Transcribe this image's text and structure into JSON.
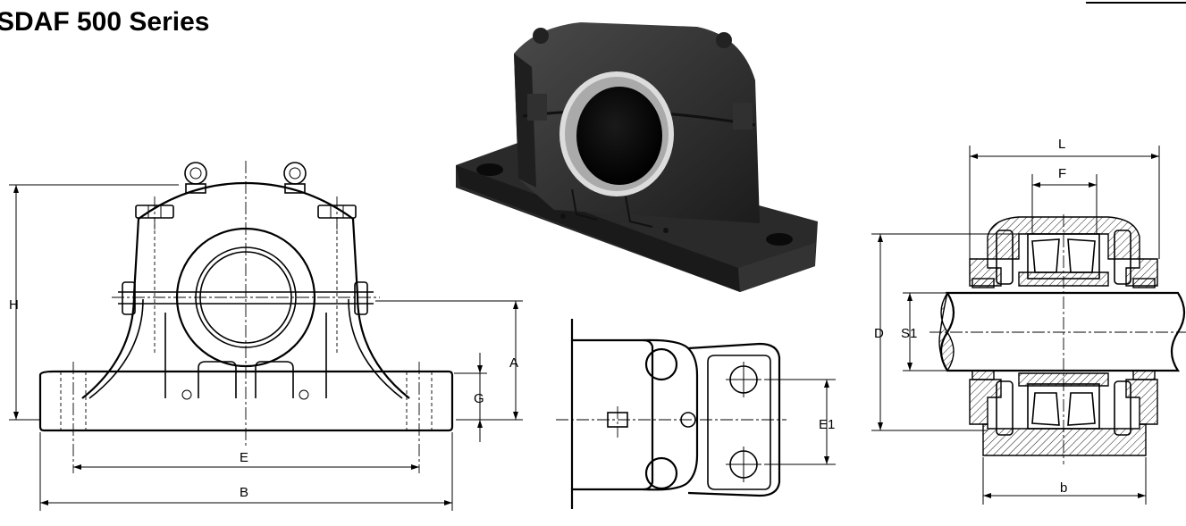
{
  "title": "SDAF 500 Series",
  "labels": {
    "front": {
      "H": "H",
      "A": "A",
      "G": "G",
      "E": "E",
      "B": "B"
    },
    "top": {
      "E1": "E1"
    },
    "section": {
      "L": "L",
      "F": "F",
      "D": "D",
      "S1": "S1",
      "b": "b"
    }
  }
}
